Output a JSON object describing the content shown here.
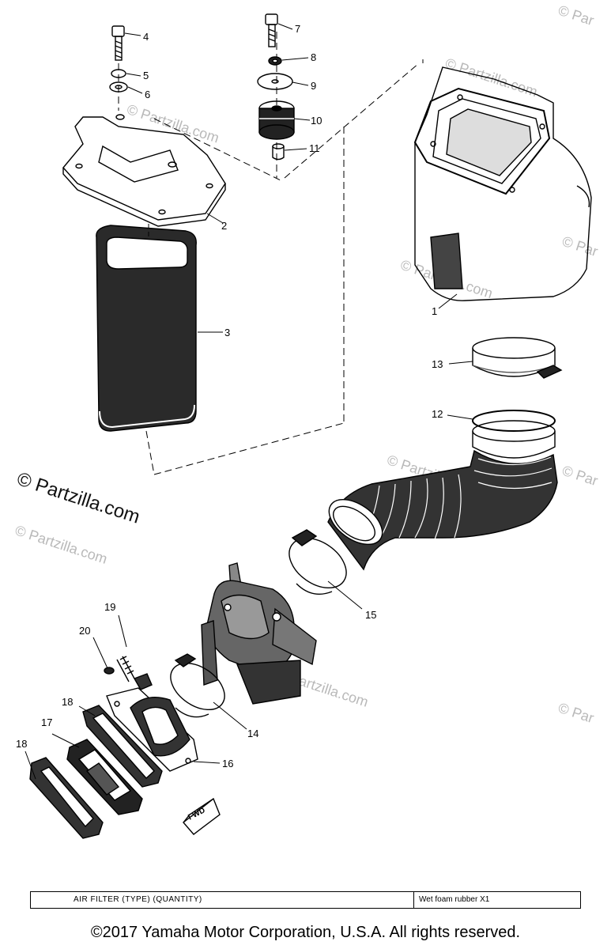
{
  "watermarks": {
    "main": "© Partzilla.com",
    "faint": "© Partzilla.com",
    "edge": "© Par"
  },
  "callouts": {
    "c1": "1",
    "c2": "2",
    "c3": "3",
    "c4": "4",
    "c5": "5",
    "c6": "6",
    "c7": "7",
    "c8": "8",
    "c9": "9",
    "c10": "10",
    "c11": "11",
    "c12": "12",
    "c13": "13",
    "c14": "14",
    "c15": "15",
    "c16": "16",
    "c17": "17",
    "c18a": "18",
    "c18b": "18",
    "c19": "19",
    "c20": "20"
  },
  "fwd_mark": "FWD",
  "spec": {
    "label": "AIR FILTER (TYPE) (QUANTITY)",
    "value": "Wet foam rubber X1"
  },
  "copyright": "©2017 Yamaha Motor Corporation, U.S.A. All rights reserved."
}
